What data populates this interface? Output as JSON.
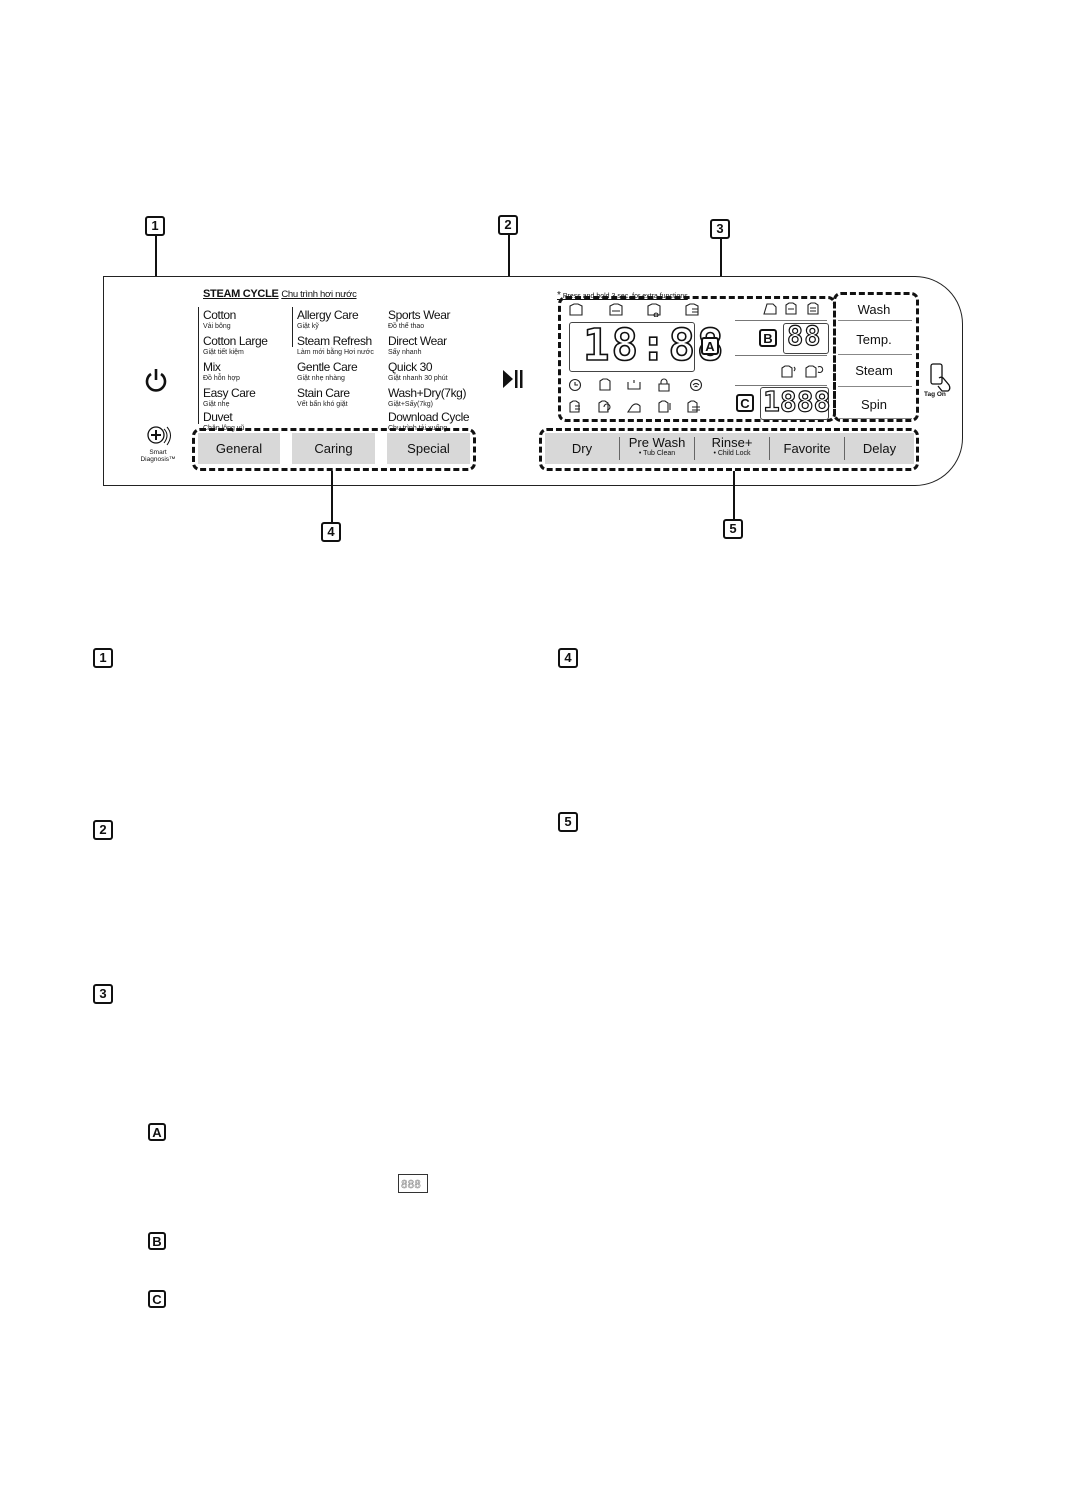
{
  "callouts": {
    "c1": "1",
    "c2": "2",
    "c3": "3",
    "c4": "4",
    "c5": "5",
    "ca": "A",
    "cb": "B",
    "cc": "C"
  },
  "program": {
    "heading": "STEAM CYCLE",
    "heading_sub": "Chu trình hơi nước",
    "col1": [
      {
        "en": "Cotton",
        "vn": "Vải bông"
      },
      {
        "en": "Cotton Large",
        "vn": "Giặt tiết kiệm"
      },
      {
        "en": "Mix",
        "vn": "Đồ hỗn hợp"
      },
      {
        "en": "Easy Care",
        "vn": "Giặt nhẹ"
      },
      {
        "en": "Duvet",
        "vn": "Chăn lông vũ"
      }
    ],
    "col2": [
      {
        "en": "Allergy Care",
        "vn": "Giặt kỹ"
      },
      {
        "en": "Steam Refresh",
        "vn": "Làm mới bằng Hơi nước"
      },
      {
        "en": "Gentle Care",
        "vn": "Giặt nhẹ nhàng"
      },
      {
        "en": "Stain Care",
        "vn": "Vết bẩn khó giặt"
      }
    ],
    "col3": [
      {
        "en": "Sports Wear",
        "vn": "Đồ thể thao"
      },
      {
        "en": "Direct Wear",
        "vn": "Sấy nhanh"
      },
      {
        "en": "Quick 30",
        "vn": "Giặt nhanh 30 phút"
      },
      {
        "en": "Wash+Dry(7kg)",
        "vn": "Giặt+Sấy(7kg)"
      },
      {
        "en": "Download Cycle",
        "vn": "Chu trình tải xuống"
      }
    ]
  },
  "smart": {
    "line1": "Smart",
    "line2": "Diagnosis™"
  },
  "category_buttons": [
    "General",
    "Caring",
    "Special"
  ],
  "display": {
    "note": "Press and hold 3 sec. for extra functions",
    "time": "18:88",
    "b_digits": "88",
    "c_digits": "1888"
  },
  "option_labels": [
    "Wash",
    "Temp.",
    "Steam",
    "Spin"
  ],
  "tag_on": "Tag On",
  "bottom_buttons": [
    {
      "label": "Dry",
      "sub": ""
    },
    {
      "label": "Pre Wash",
      "sub": "• Tub Clean"
    },
    {
      "label": "Rinse+",
      "sub": "• Child Lock"
    },
    {
      "label": "Favorite",
      "sub": ""
    },
    {
      "label": "Delay",
      "sub": ""
    }
  ],
  "icons": {
    "power": "power-icon",
    "start_pause": "start-pause-icon",
    "smart_diagnosis": "smart-diagnosis-icon",
    "tag_on": "tag-on-phone-icon",
    "display_row1": [
      "prewash-shirt-icon",
      "wash-shirt-icon",
      "steam-shirt-icon",
      "rinse-shirt-icon"
    ],
    "display_row2": [
      "delay-clock-icon",
      "shirt-icon",
      "tub-icon",
      "lock-icon",
      "wifi-icon"
    ],
    "display_row3": [
      "rinse-icon",
      "spin-icon",
      "dry-iron-icon",
      "temp-shirt-icon",
      "softener-icon"
    ],
    "display_top_right": [
      "dry-shirt-icon",
      "wash-shirt-icon",
      "rinse-shirt-icon"
    ],
    "display_mid_right": [
      "steam-icon",
      "spin-icon"
    ]
  }
}
